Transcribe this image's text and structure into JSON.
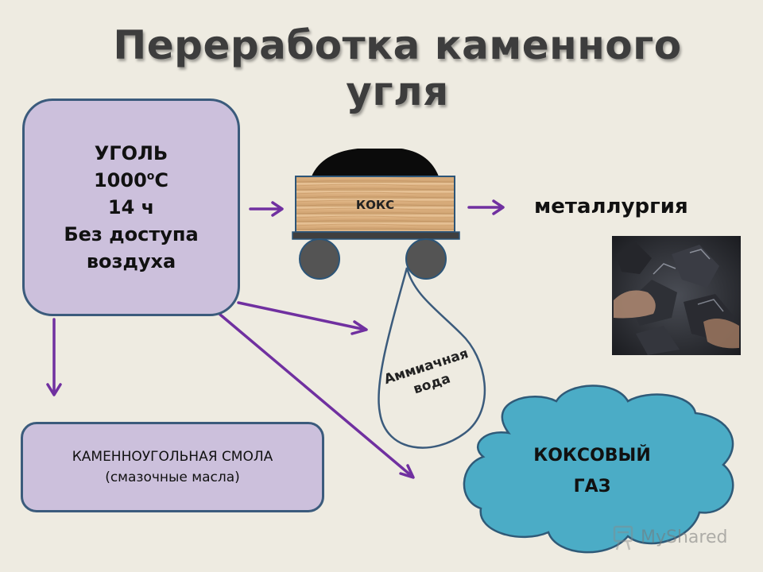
{
  "title": "Переработка каменного угля",
  "coal_box": {
    "line1": "УГОЛЬ",
    "temperature_value": "1000",
    "temperature_degree": "o",
    "temperature_unit": "С",
    "line3": "14 ч",
    "line4": "Без доступа",
    "line5": "воздуха"
  },
  "coke_label": "КОКС",
  "metallurgy_label": "металлургия",
  "ammonia_label": {
    "line1": "Аммиачная",
    "line2": "вода"
  },
  "tar_box": {
    "line1": "КАМЕННОУГОЛЬНАЯ СМОЛА",
    "line2": "(смазочные масла)"
  },
  "gas_label": {
    "line1": "КОКСОВЫЙ",
    "line2": "ГАЗ"
  },
  "watermark": "MyShared",
  "colors": {
    "arrow": "#7030a0",
    "box_fill": "#ccc0dc",
    "box_border": "#3b5b7c",
    "cloud_fill": "#4bacc6",
    "cloud_border": "#2f5a78",
    "drop_border": "#3b5b7c"
  }
}
